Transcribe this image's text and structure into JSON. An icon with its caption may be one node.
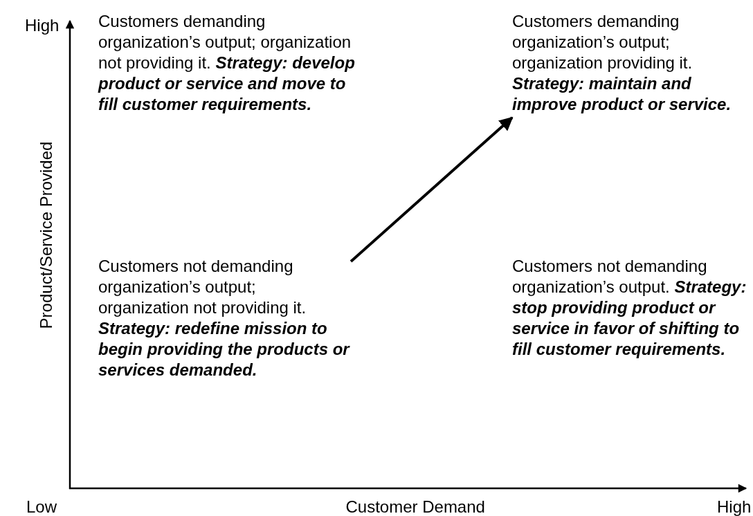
{
  "diagram": {
    "nodes": [
      {
        "text": [
          "Customers demanding organization’s output; organization not providing it.",
          "Strategy: develop product or service and move to fill customer requirements."
        ]
      },
      {
        "text": [
          "Customers demanding organization’s output; organization providing it.",
          "Strategy: maintain and improve product or service."
        ]
      },
      {
        "text": [
          "Customers not demanding organization’s output; organization not providing it.",
          "Strategy: redefine mission to begin providing the products or services demanded."
        ]
      },
      {
        "text": [
          "Customers not demanding organization’s output.",
          "Strategy: stop providing product or service in favor of shifting to fill customer requirements."
        ]
      }
    ],
    "edges": [
      {
        "from": 2,
        "to": 1,
        "arrow": "to"
      }
    ],
    "labels": [
      "High",
      "Product/Service Provided",
      "Low",
      "Customer Demand",
      "High"
    ]
  }
}
